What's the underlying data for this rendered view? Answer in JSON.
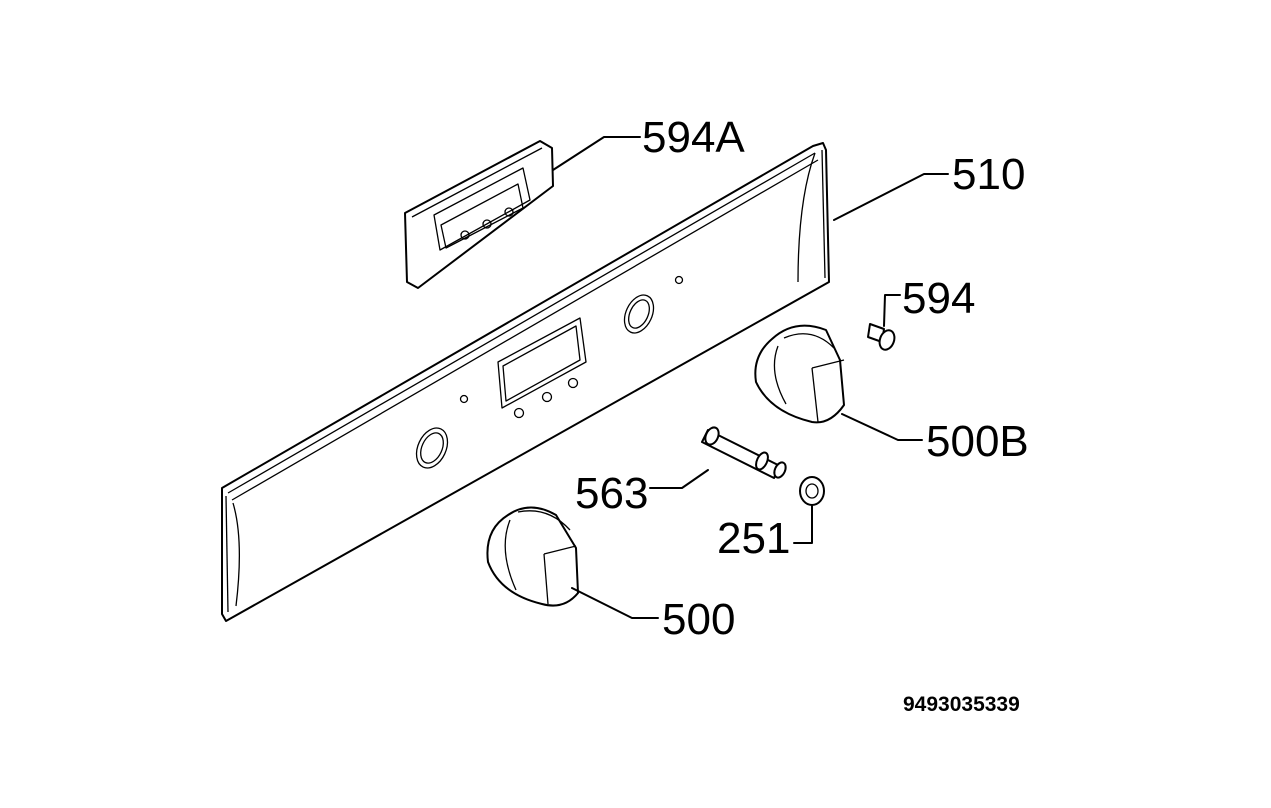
{
  "diagram": {
    "parts": [
      {
        "id": "panel",
        "label": "510"
      },
      {
        "id": "display-bezel",
        "label": "594A"
      },
      {
        "id": "indicator-lamp",
        "label": "594"
      },
      {
        "id": "knob-right",
        "label": "500B"
      },
      {
        "id": "spindle",
        "label": "563"
      },
      {
        "id": "fixing-nut",
        "label": "251"
      },
      {
        "id": "knob-left",
        "label": "500"
      }
    ],
    "document_number": "9493035339"
  }
}
